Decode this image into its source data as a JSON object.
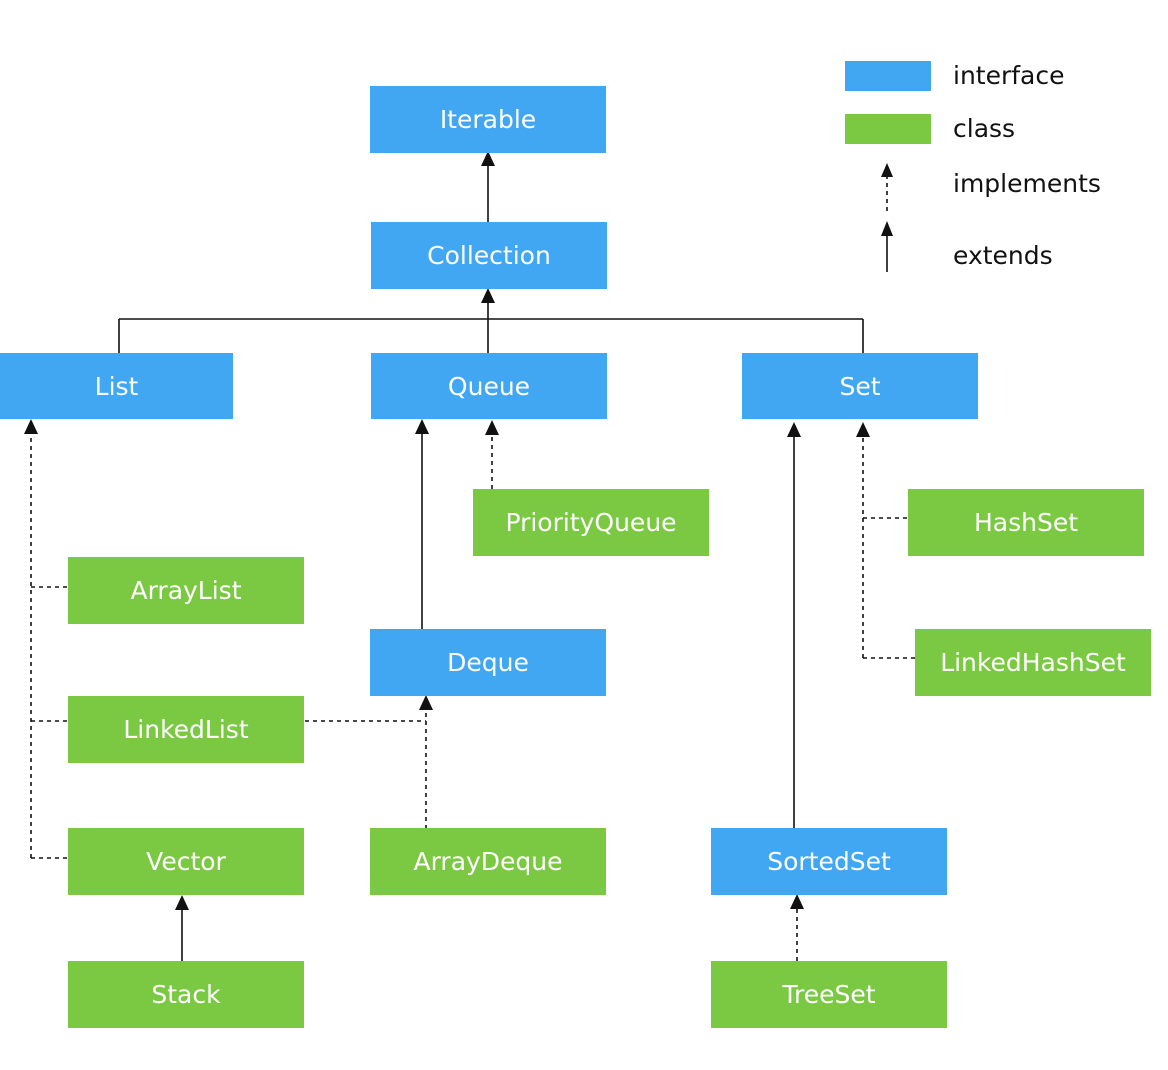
{
  "diagram": {
    "nodes": {
      "iterable": {
        "label": "Iterable",
        "kind": "interface"
      },
      "collection": {
        "label": "Collection",
        "kind": "interface"
      },
      "list": {
        "label": "List",
        "kind": "interface"
      },
      "queue": {
        "label": "Queue",
        "kind": "interface"
      },
      "set": {
        "label": "Set",
        "kind": "interface"
      },
      "priorityqueue": {
        "label": "PriorityQueue",
        "kind": "class"
      },
      "hashset": {
        "label": "HashSet",
        "kind": "class"
      },
      "arraylist": {
        "label": "ArrayList",
        "kind": "class"
      },
      "deque": {
        "label": "Deque",
        "kind": "interface"
      },
      "linkedhashset": {
        "label": "LinkedHashSet",
        "kind": "class"
      },
      "linkedlist": {
        "label": "LinkedList",
        "kind": "class"
      },
      "vector": {
        "label": "Vector",
        "kind": "class"
      },
      "arraydeque": {
        "label": "ArrayDeque",
        "kind": "class"
      },
      "sortedset": {
        "label": "SortedSet",
        "kind": "interface"
      },
      "stack": {
        "label": "Stack",
        "kind": "class"
      },
      "treeset": {
        "label": "TreeSet",
        "kind": "class"
      }
    },
    "edges": [
      {
        "from": "collection",
        "to": "iterable",
        "type": "extends"
      },
      {
        "from": "list",
        "to": "collection",
        "type": "extends"
      },
      {
        "from": "queue",
        "to": "collection",
        "type": "extends"
      },
      {
        "from": "set",
        "to": "collection",
        "type": "extends"
      },
      {
        "from": "priorityqueue",
        "to": "queue",
        "type": "implements"
      },
      {
        "from": "deque",
        "to": "queue",
        "type": "extends"
      },
      {
        "from": "arraylist",
        "to": "list",
        "type": "implements"
      },
      {
        "from": "linkedlist",
        "to": "list",
        "type": "implements"
      },
      {
        "from": "vector",
        "to": "list",
        "type": "implements"
      },
      {
        "from": "stack",
        "to": "vector",
        "type": "extends"
      },
      {
        "from": "linkedlist",
        "to": "deque",
        "type": "implements"
      },
      {
        "from": "arraydeque",
        "to": "deque",
        "type": "implements"
      },
      {
        "from": "hashset",
        "to": "set",
        "type": "implements"
      },
      {
        "from": "linkedhashset",
        "to": "set",
        "type": "implements"
      },
      {
        "from": "sortedset",
        "to": "set",
        "type": "extends"
      },
      {
        "from": "treeset",
        "to": "sortedset",
        "type": "implements"
      }
    ]
  },
  "legend": {
    "interface_label": "interface",
    "class_label": "class",
    "implements_label": "implements",
    "extends_label": "extends"
  },
  "colors": {
    "interface": "#42a7f3",
    "class": "#7bc943",
    "line": "#111111"
  }
}
